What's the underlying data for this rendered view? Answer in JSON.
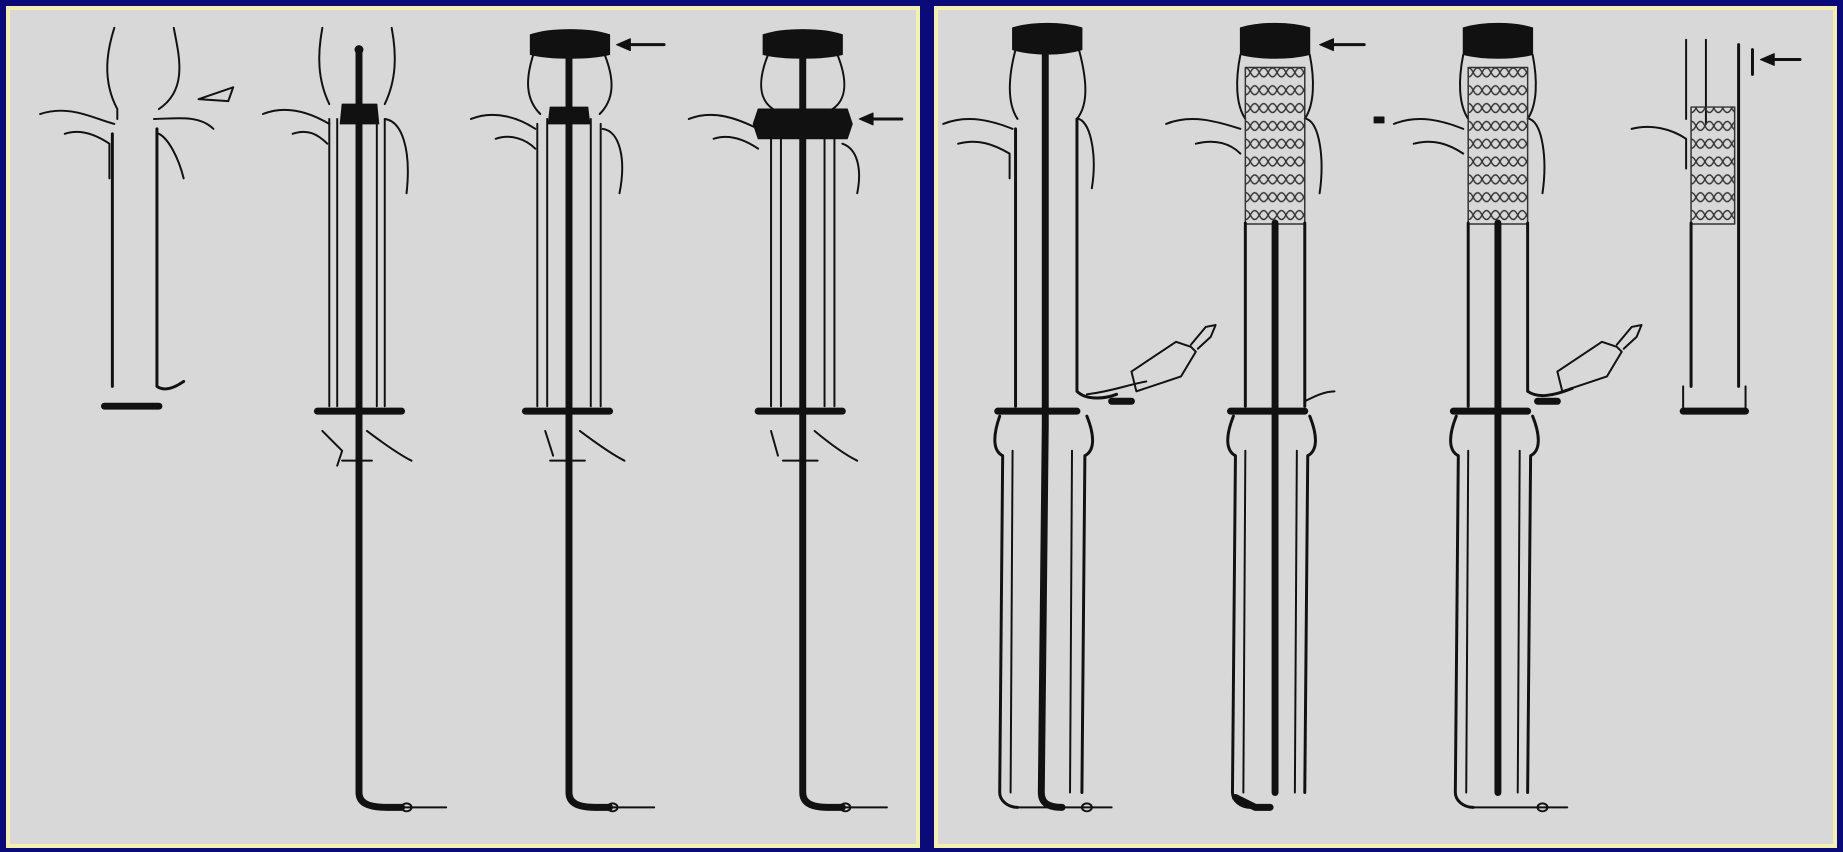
{
  "slide": {
    "background_color": "#0a0a78",
    "panel_border_color": "#f4f0b0",
    "panel_fill_color": "#d8d8d8",
    "ink_color": "#111111"
  },
  "panels": [
    {
      "id": "left",
      "steps": [
        {
          "stage": "vessel"
        },
        {
          "stage": "catheter-guidewire"
        },
        {
          "stage": "distal-occlusion-balloon",
          "arrow": "right-to-left"
        },
        {
          "stage": "dual-balloon-occlusion",
          "arrow": "right-to-left"
        }
      ]
    },
    {
      "id": "right",
      "steps": [
        {
          "stage": "aspiration"
        },
        {
          "stage": "stent-deployed",
          "arrow": "right-to-left"
        },
        {
          "stage": "post-stent-aspiration"
        },
        {
          "stage": "final-result",
          "arrow": "right-to-left"
        }
      ]
    }
  ]
}
